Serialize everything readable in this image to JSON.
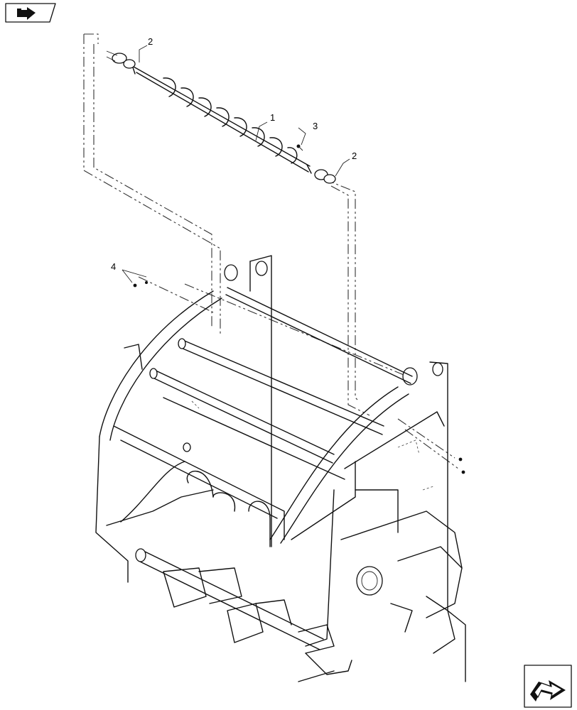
{
  "diagram": {
    "callouts": [
      {
        "id": "callout-1",
        "label": "1"
      },
      {
        "id": "callout-2a",
        "label": "2"
      },
      {
        "id": "callout-2b",
        "label": "2"
      },
      {
        "id": "callout-3",
        "label": "3"
      },
      {
        "id": "callout-4",
        "label": "4"
      }
    ],
    "icons": {
      "top_left": "forward-arrow-icon",
      "bottom_right": "continue-arrow-icon"
    }
  }
}
